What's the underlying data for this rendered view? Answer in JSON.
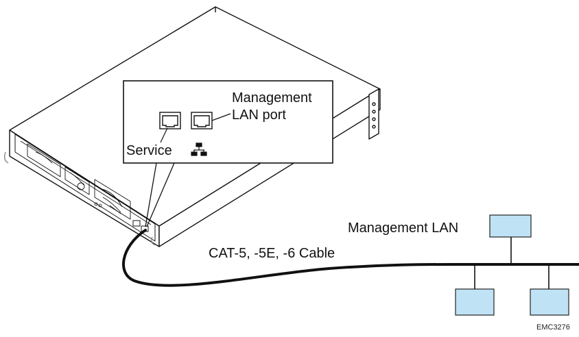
{
  "labels": {
    "management_line1": "Management",
    "management_line2": "LAN port",
    "service": "Service",
    "management_lan": "Management LAN",
    "cable": "CAT-5, -5E, -6 Cable",
    "figure_id": "EMC3276"
  },
  "colors": {
    "line": "#111111",
    "lan_box_fill": "#bfe3f5",
    "lan_box_stroke": "#222222",
    "callout_fill": "#ffffff"
  },
  "icons": [
    "network-icon",
    "rj45-port-icon"
  ]
}
